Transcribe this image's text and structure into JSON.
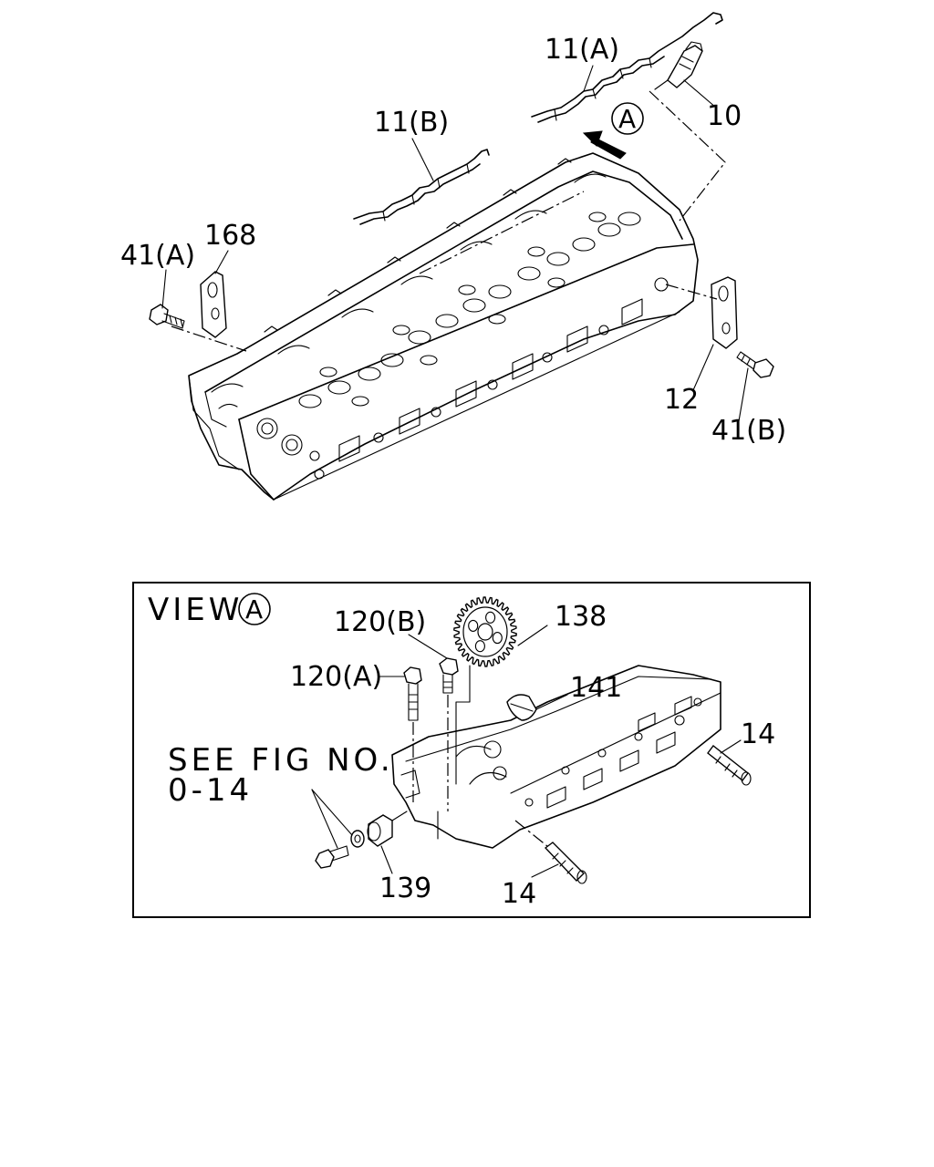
{
  "upper": {
    "labels": {
      "p11a": "11(A)",
      "p10": "10",
      "p11b": "11(B)",
      "p168": "168",
      "p41a": "41(A)",
      "p12": "12",
      "p41b": "41(B)",
      "view_marker": "A"
    }
  },
  "view_box": {
    "title_text": "VIEW",
    "title_marker": "A",
    "labels": {
      "p120b": "120(B)",
      "p138": "138",
      "p120a": "120(A)",
      "p141": "141",
      "p14_right": "14",
      "p139": "139",
      "p14_bottom": "14"
    },
    "note_line1": "SEE FIG NO.",
    "note_line2": "0-14"
  }
}
